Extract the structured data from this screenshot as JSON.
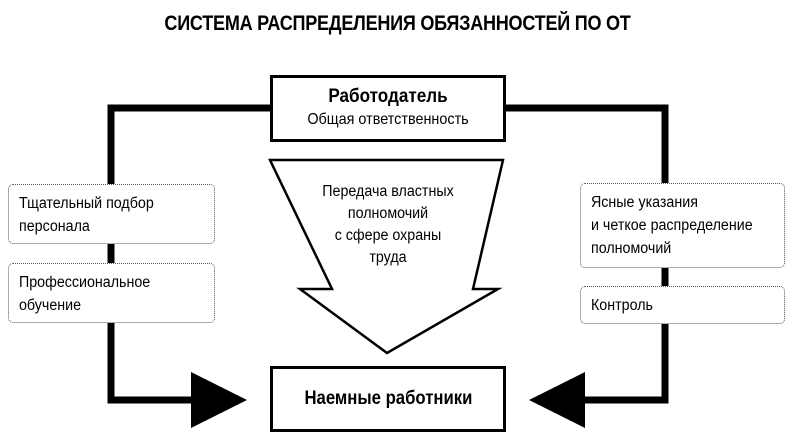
{
  "title": "СИСТЕМА РАСПРЕДЕЛЕНИЯ ОБЯЗАННОСТЕЙ ПО ОТ",
  "employer": {
    "name": "Работодатель",
    "subtitle": "Общая ответственность"
  },
  "employees": {
    "name": "Наемные работники"
  },
  "delegation": {
    "lines": [
      "Передача властных",
      "полномочий",
      "с сфере охраны",
      "труда"
    ]
  },
  "left_factors": [
    {
      "lines": [
        "Тщательный подбор",
        "персонала"
      ]
    },
    {
      "lines": [
        "Профессиональное",
        "обучение"
      ]
    }
  ],
  "right_factors": [
    {
      "lines": [
        "Ясные указания",
        "и четкое распределение",
        "полномочий"
      ]
    },
    {
      "lines": [
        "Контроль"
      ]
    }
  ]
}
